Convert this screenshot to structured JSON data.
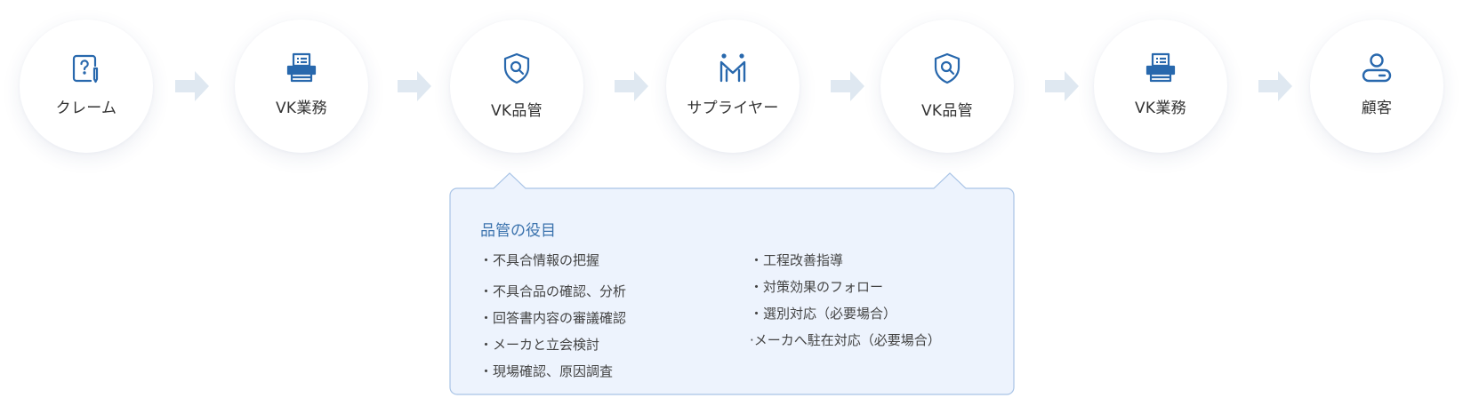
{
  "flow": {
    "steps": [
      {
        "label": "クレーム",
        "icon": "question-document-icon"
      },
      {
        "label": "VK業務",
        "icon": "printer-desk-icon"
      },
      {
        "label": "VK品管",
        "icon": "shield-search-icon"
      },
      {
        "label": "サプライヤー",
        "icon": "people-handshake-icon"
      },
      {
        "label": "VK品管",
        "icon": "shield-search-icon"
      },
      {
        "label": "VK業務",
        "icon": "printer-desk-icon"
      },
      {
        "label": "顧客",
        "icon": "user-icon"
      }
    ],
    "arrow_icon": "chevron-right-arrow-icon"
  },
  "panel": {
    "title": "品管の役目",
    "left_items": [
      "・不具合情報の把握",
      "・不具合品の確認、分析",
      "・回答書内容の審議確認",
      "・メーカと立会検討",
      "・現場確認、原因調査"
    ],
    "right_items": [
      "・工程改善指導",
      "・対策効果のフォロー",
      "・選別対応（必要場合）",
      "·メーカへ駐在対応（必要場合）"
    ]
  },
  "colors": {
    "icon": "#2868ad",
    "panel_bg": "#edf3fd",
    "panel_border": "#a9c4e6",
    "panel_title": "#3a72ad",
    "arrow": "#dfe8f1"
  }
}
